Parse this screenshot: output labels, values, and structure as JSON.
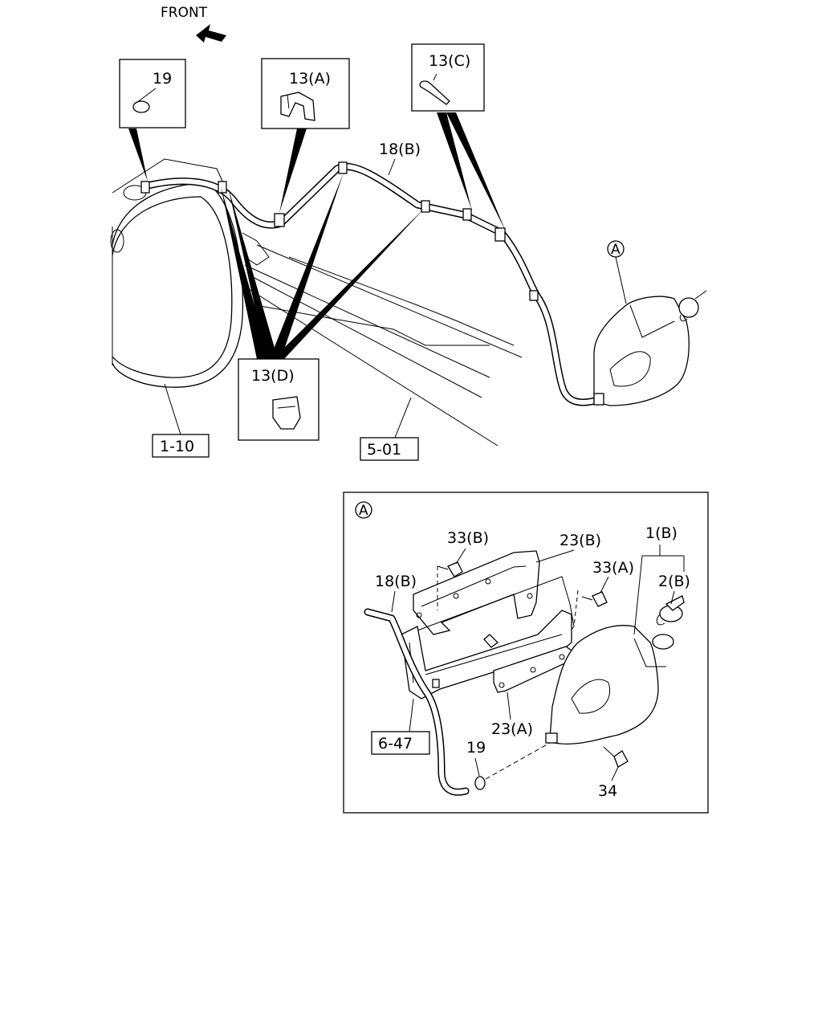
{
  "front_label": "FRONT",
  "callouts": {
    "p19_top": "19",
    "p13A": "13(A)",
    "p13C": "13(C)",
    "p13D": "13(D)",
    "p18B_top": "18(B)",
    "circleA_top": "A",
    "ref_1_10": "1-10",
    "ref_5_01": "5-01"
  },
  "detail": {
    "circle_label": "A",
    "p33B": "33(B)",
    "p23B": "23(B)",
    "p1B": "1(B)",
    "p33A": "33(A)",
    "p2B": "2(B)",
    "p18B": "18(B)",
    "p23A": "23(A)",
    "ref_6_47": "6-47",
    "p19": "19",
    "p34": "34"
  }
}
